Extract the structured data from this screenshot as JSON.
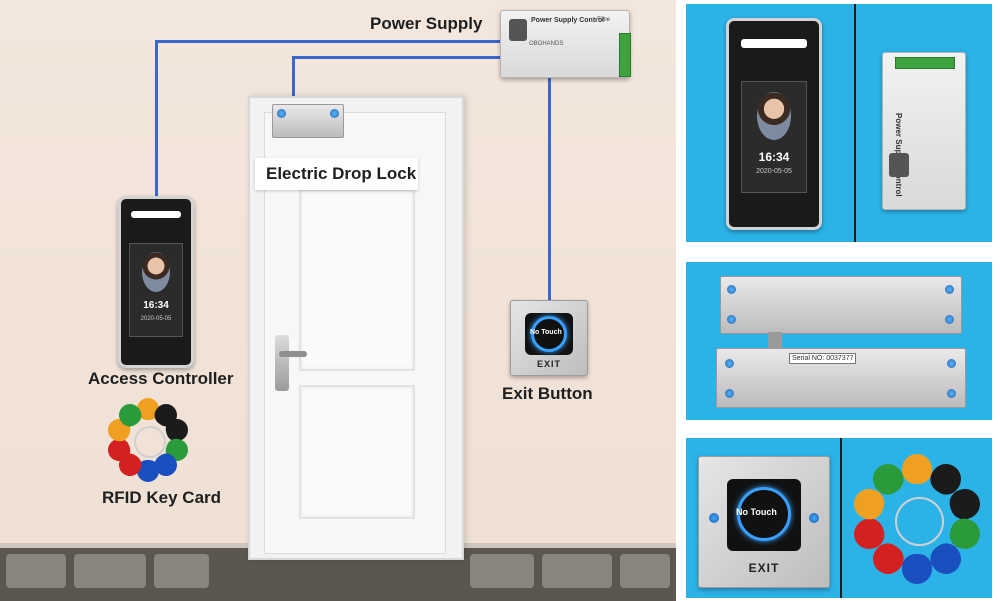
{
  "labels": {
    "power_supply": "Power Supply",
    "electric_drop_lock": "Electric Drop Lock",
    "access_controller": "Access Controller",
    "exit_button": "Exit Button",
    "rfid_key_card": "RFID Key Card"
  },
  "device_text": {
    "psu_title": "Power Supply Control",
    "psu_brand": "OBOHANDS",
    "psu_time": "Time",
    "reader_time": "16:34",
    "reader_date": "2020-05-05",
    "exit_button_caption": "No Touch",
    "exit_plate_label": "EXIT",
    "lock_serial": "Serial NO: 0037377"
  },
  "colors": {
    "wire": "#3a67c9",
    "panel_bg": "#2bb3e8",
    "exit_ring": "#3aa0ff"
  },
  "fob_colors": [
    "#f0a020",
    "#1b1b1b",
    "#1b1b1b",
    "#2a9a3a",
    "#1a4fc0",
    "#1a4fc0",
    "#d32020",
    "#d32020",
    "#f0a020",
    "#2a9a3a"
  ]
}
